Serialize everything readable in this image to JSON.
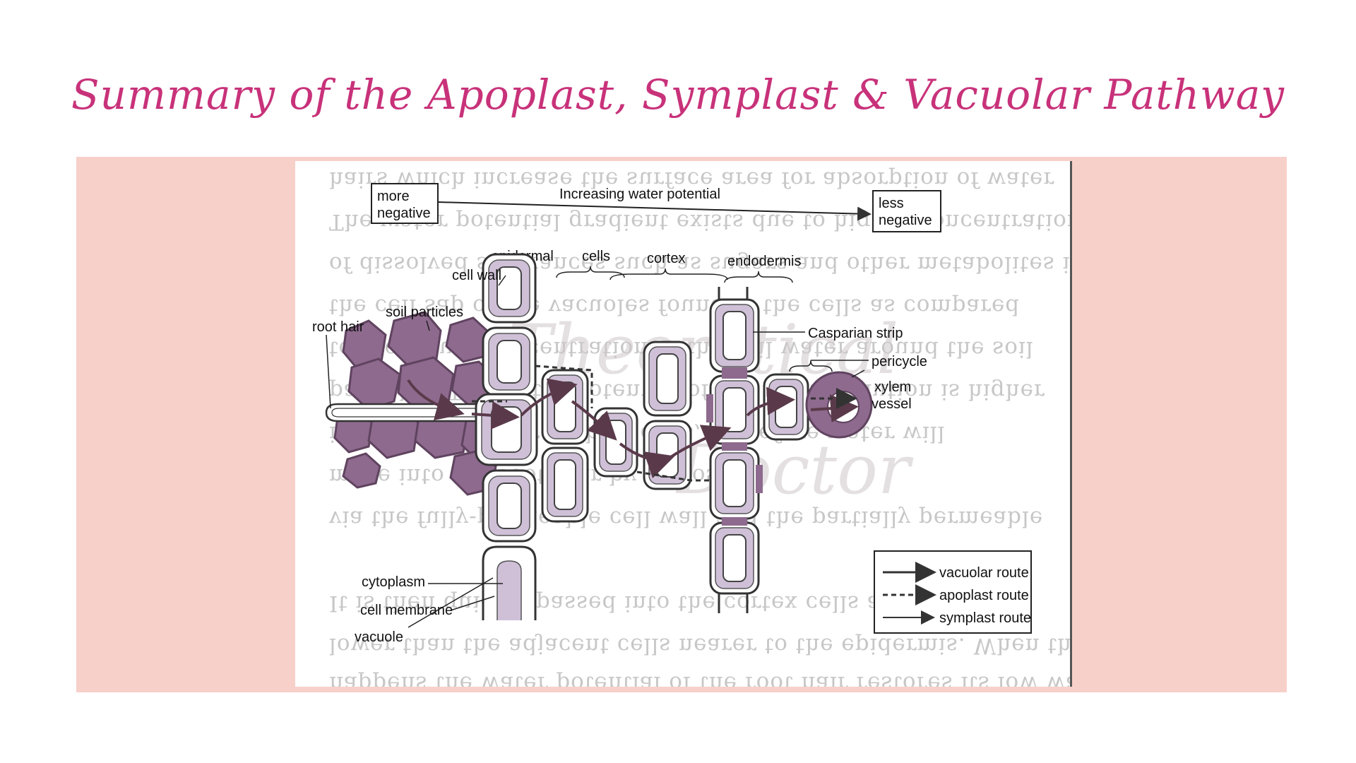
{
  "title": "Summary of the Apoplast, Symplast & Vacuolar Pathway",
  "diagram": {
    "potential_axis": {
      "label": "Increasing water potential",
      "start": "more\nnegative",
      "end": "less\nnegative"
    },
    "zone_labels": {
      "epidermal": "epidermal",
      "cells": "cells",
      "cortex": "cortex",
      "endodermis": "endodermis",
      "pericycle": "pericycle"
    },
    "part_labels": {
      "cell_wall": "cell wall",
      "soil_particles": "soil particles",
      "root_hair": "root hair",
      "casparian_strip": "Casparian strip",
      "xylem_vessel": "xylem\nvessel",
      "cytoplasm": "cytoplasm",
      "cell_membrane": "cell membrane",
      "vacuole": "vacuole"
    },
    "legend": [
      {
        "label": "vacuolar route",
        "line": "solid"
      },
      {
        "label": "apoplast route",
        "line": "dashed"
      },
      {
        "label": "symplast route",
        "line": "solid"
      }
    ],
    "colors": {
      "title": "#c8327a",
      "band": "#f7d0ca",
      "soil": "#8e6a8e",
      "cytoplasm": "#cfc0d8",
      "arrow": "#5a3a4a"
    },
    "watermark": "Theoretical Doctor"
  }
}
